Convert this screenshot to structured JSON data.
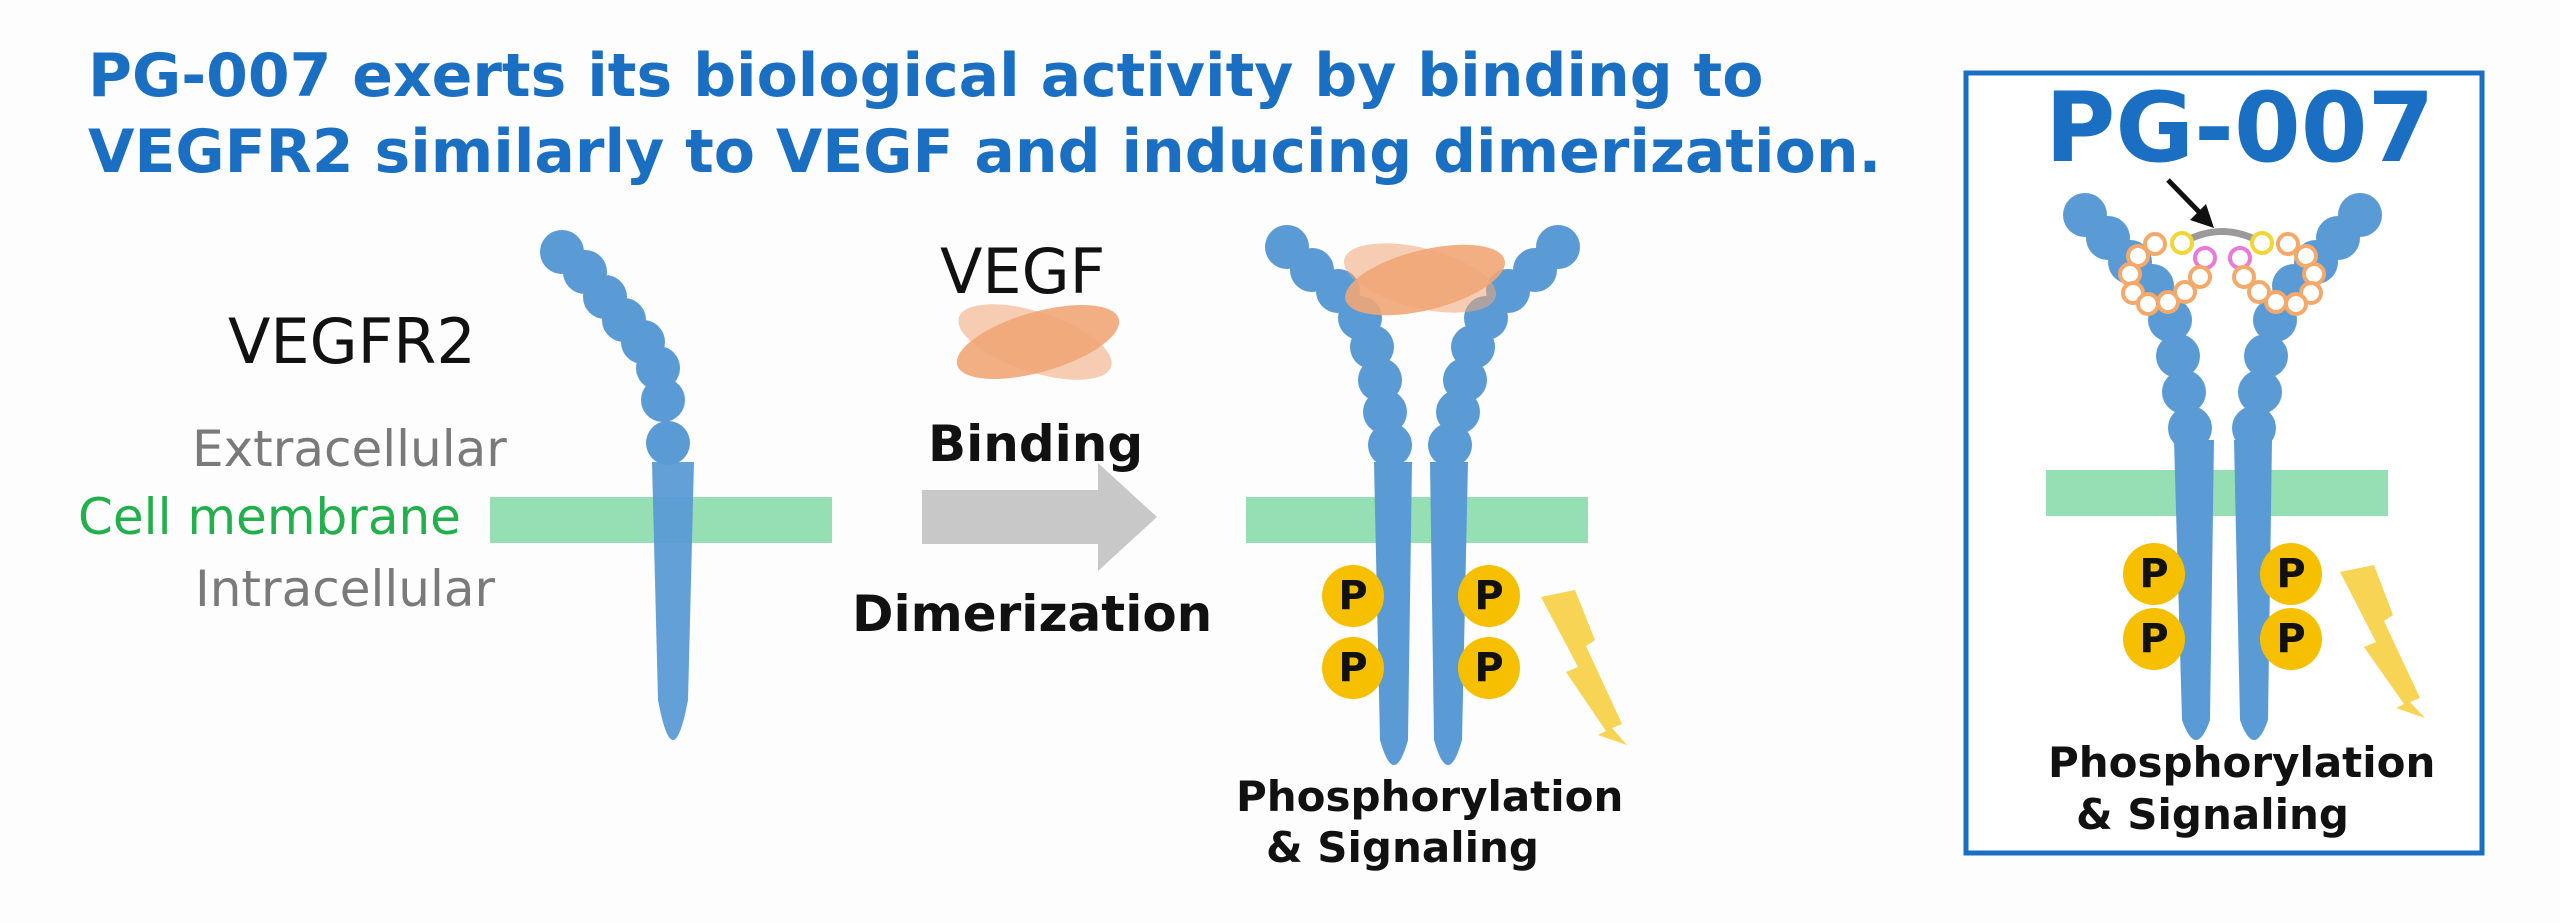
{
  "title": {
    "line1": "PG-007 exerts its biological activity by binding to",
    "line2": "VEGFR2 similarly to VEGF and inducing dimerization."
  },
  "left_panel": {
    "receptor_label": "VEGFR2",
    "extracellular_label": "Extracellular",
    "membrane_label": "Cell membrane",
    "intracellular_label": "Intracellular"
  },
  "arrow_panel": {
    "ligand_label": "VEGF",
    "binding_label": "Binding",
    "dimerization_label": "Dimerization"
  },
  "dimer_panel": {
    "phospho_badges": [
      "P",
      "P",
      "P",
      "P"
    ],
    "caption_line1": "Phosphorylation",
    "caption_line2": "& Signaling"
  },
  "pg007_panel": {
    "heading": "PG-007",
    "phospho_badges": [
      "P",
      "P",
      "P",
      "P"
    ],
    "caption_line1": "Phosphorylation",
    "caption_line2": "& Signaling"
  },
  "colors": {
    "title_blue": "#1a6fc3",
    "receptor_blue": "#5b9bd5",
    "membrane_green": "#96dfb4",
    "label_green": "#21b04b",
    "vegf_orange": "#f0a676",
    "phospho_yellow": "#f6c000",
    "lightning_yellow": "#f8d455",
    "arrow_grey": "#c8c8c8",
    "frame_blue": "#1a6fc3",
    "peptide_bead_orange": "#f4a869",
    "peptide_bead_yellow": "#f2d631",
    "peptide_bead_pink": "#e97ad7"
  }
}
